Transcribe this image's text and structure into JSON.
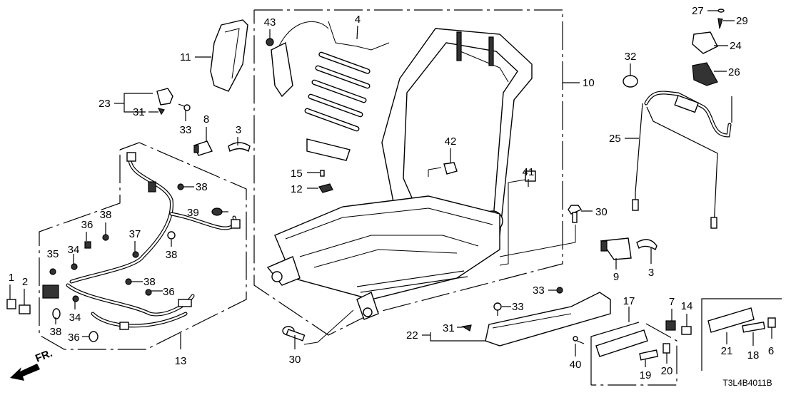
{
  "diagram": {
    "title": "Front Seat Components (Right) - Parts Diagram",
    "diagram_code": "T3L4B4011B",
    "direction_label": "FR.",
    "callouts": [
      {
        "id": "c1",
        "text": "1"
      },
      {
        "id": "c2",
        "text": "2"
      },
      {
        "id": "c3a",
        "text": "3"
      },
      {
        "id": "c3b",
        "text": "3"
      },
      {
        "id": "c4",
        "text": "4"
      },
      {
        "id": "c6",
        "text": "6"
      },
      {
        "id": "c7",
        "text": "7"
      },
      {
        "id": "c8",
        "text": "8"
      },
      {
        "id": "c9",
        "text": "9"
      },
      {
        "id": "c10",
        "text": "10"
      },
      {
        "id": "c11",
        "text": "11"
      },
      {
        "id": "c12",
        "text": "12"
      },
      {
        "id": "c13",
        "text": "13"
      },
      {
        "id": "c14",
        "text": "14"
      },
      {
        "id": "c15",
        "text": "15"
      },
      {
        "id": "c17",
        "text": "17"
      },
      {
        "id": "c18",
        "text": "18"
      },
      {
        "id": "c19",
        "text": "19"
      },
      {
        "id": "c20",
        "text": "20"
      },
      {
        "id": "c21",
        "text": "21"
      },
      {
        "id": "c22",
        "text": "22"
      },
      {
        "id": "c23",
        "text": "23"
      },
      {
        "id": "c24",
        "text": "24"
      },
      {
        "id": "c25",
        "text": "25"
      },
      {
        "id": "c26",
        "text": "26"
      },
      {
        "id": "c27",
        "text": "27"
      },
      {
        "id": "c29",
        "text": "29"
      },
      {
        "id": "c30a",
        "text": "30"
      },
      {
        "id": "c30b",
        "text": "30"
      },
      {
        "id": "c31a",
        "text": "31"
      },
      {
        "id": "c31b",
        "text": "31"
      },
      {
        "id": "c32",
        "text": "32"
      },
      {
        "id": "c33a",
        "text": "33"
      },
      {
        "id": "c33b",
        "text": "33"
      },
      {
        "id": "c33c",
        "text": "33"
      },
      {
        "id": "c34a",
        "text": "34"
      },
      {
        "id": "c34b",
        "text": "34"
      },
      {
        "id": "c35",
        "text": "35"
      },
      {
        "id": "c36a",
        "text": "36"
      },
      {
        "id": "c36b",
        "text": "36"
      },
      {
        "id": "c36c",
        "text": "36"
      },
      {
        "id": "c37",
        "text": "37"
      },
      {
        "id": "c38a",
        "text": "38"
      },
      {
        "id": "c38b",
        "text": "38"
      },
      {
        "id": "c38c",
        "text": "38"
      },
      {
        "id": "c38d",
        "text": "38"
      },
      {
        "id": "c38e",
        "text": "38"
      },
      {
        "id": "c39",
        "text": "39"
      },
      {
        "id": "c40",
        "text": "40"
      },
      {
        "id": "c41",
        "text": "41"
      },
      {
        "id": "c42",
        "text": "42"
      },
      {
        "id": "c43",
        "text": "43"
      }
    ]
  }
}
